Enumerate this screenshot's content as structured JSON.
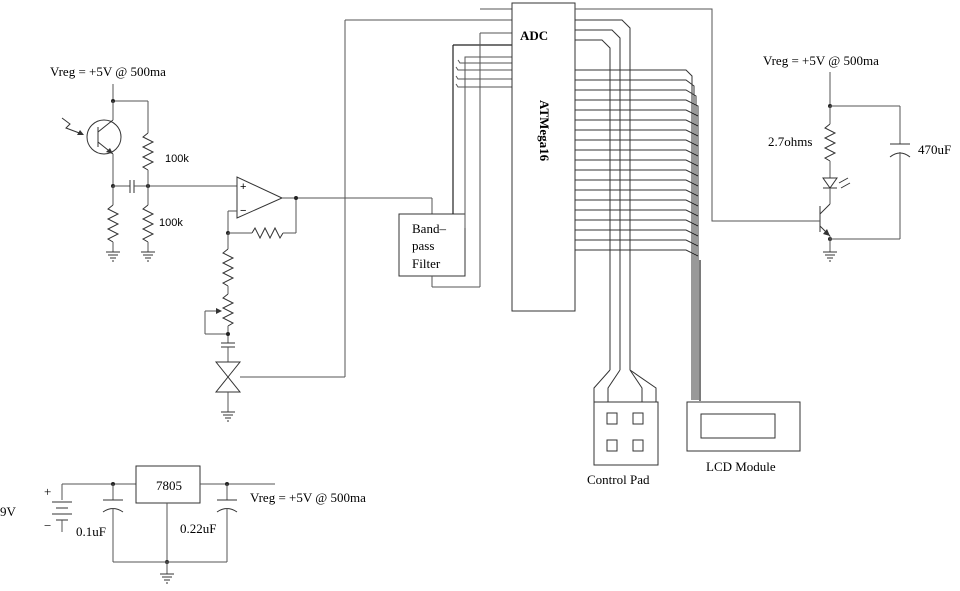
{
  "labels": {
    "vreg_top": "Vreg = +5V @ 500ma",
    "vreg_right": "Vreg = +5V @ 500ma",
    "vreg_bottom": "Vreg = +5V @ 500ma",
    "r_100k_upper": "100k",
    "r_100k_lower": "100k",
    "bandpass_line1": "Band–",
    "bandpass_line2": "pass",
    "bandpass_line3": "Filter",
    "adc": "ADC",
    "mcu": "ATMega16",
    "r_2_7": "2.7ohms",
    "c_470": "470uF",
    "control_pad": "Control Pad",
    "lcd_module": "LCD Module",
    "regulator": "7805",
    "battery": "9V",
    "c_0_1": "0.1uF",
    "c_0_22": "0.22uF",
    "plus": "+",
    "minus": "−",
    "opamp_plus": "+",
    "opamp_minus": "−"
  },
  "colors": {
    "wire": "#555555",
    "background": "#ffffff"
  }
}
